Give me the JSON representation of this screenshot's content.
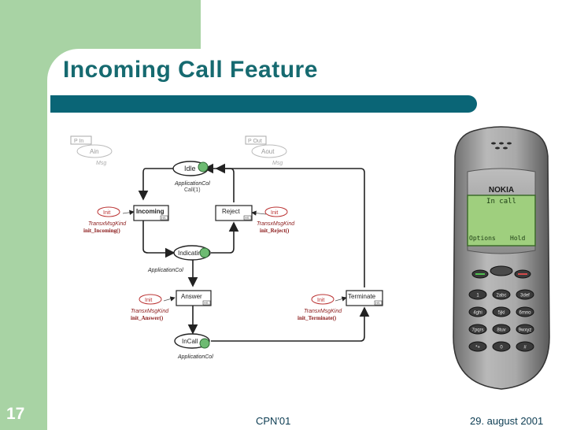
{
  "slide": {
    "title": "Incoming Call Feature",
    "number": "17",
    "footer_conference": "CPN'01",
    "footer_date": "29. august 2001"
  },
  "diagram": {
    "places": {
      "ain": {
        "label": "Ain",
        "type": "Msg",
        "port": "P  In"
      },
      "aout": {
        "label": "Aout",
        "type": "Msg",
        "port": "P  Out"
      },
      "idle": {
        "label": "Idle",
        "type": "ApplicationCol",
        "init": "Call(1)"
      },
      "indicating": {
        "label": "Indicating",
        "type": "ApplicationCol"
      },
      "incall": {
        "label": "InCall",
        "type": "ApplicationCol"
      }
    },
    "init_places": [
      {
        "label": "Init",
        "type": "TransxMsgKind",
        "func": "init_Incoming()"
      },
      {
        "label": "Init",
        "type": "TransxMsgKind",
        "func": "init_Reject()"
      },
      {
        "label": "Init",
        "type": "TransxMsgKind",
        "func": "init_Answer()"
      },
      {
        "label": "Init",
        "type": "TransxMsgKind",
        "func": "init_Terminate()"
      }
    ],
    "transitions": {
      "incoming": "Incoming",
      "reject": "Reject",
      "answer": "Answer",
      "terminate": "Terminate",
      "hs_tag": "HS"
    }
  },
  "phone": {
    "brand": "NOKIA",
    "status": "In call",
    "left_softkey": "Options",
    "right_softkey": "Hold",
    "keys": [
      "1",
      "2abc",
      "3def",
      "4ghi",
      "5jkl",
      "6mno",
      "7pqrs",
      "8tuv",
      "9wxyz",
      "*+",
      "0",
      "#"
    ]
  }
}
